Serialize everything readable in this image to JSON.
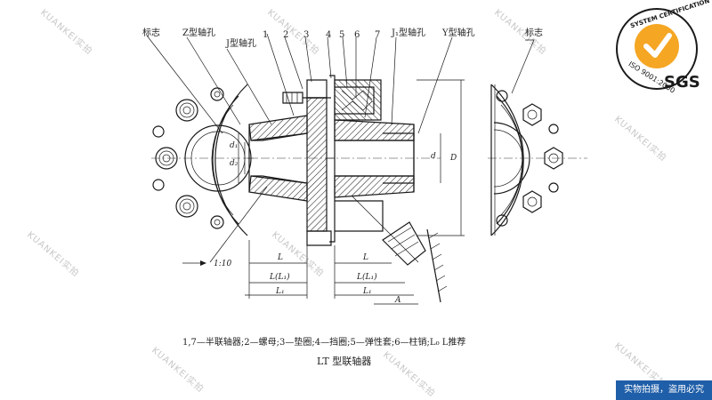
{
  "drawing": {
    "title": "LT 型联轴器",
    "legend": "1,7—半联轴器;2—螺母;3—垫圈;4—挡圈;5—弹性套;6—柱销;L₀ L推荐",
    "labels": {
      "mark_left": "标志",
      "mark_right": "标志",
      "z_hole": "Z型轴孔",
      "j_hole": "J型轴孔",
      "j1_hole": "J₁型轴孔",
      "y_hole": "Y型轴孔",
      "n1": "1",
      "n2": "2",
      "n3": "3",
      "n4": "4",
      "n5": "5",
      "n6": "6",
      "n7": "7",
      "taper": "1:10",
      "d1": "d₁",
      "dz": "d₂",
      "d": "d",
      "D": "D",
      "L_left": "L",
      "L_right": "L",
      "LL1_left": "L(L₁)",
      "LL1_right": "L(L₁)",
      "L1_left": "L₁",
      "L1_right": "L₁",
      "A": "A"
    }
  },
  "watermark": {
    "text": "KUANKEI实拍"
  },
  "certification": {
    "ring_top": "SYSTEM CERTIFICATION",
    "ring_bottom": "ISO 9001:2000",
    "brand": "SGS",
    "colors": {
      "accent": "#f5a623",
      "text": "#1a1a1a"
    }
  },
  "notice": {
    "text": "实物拍摄，盗用必究"
  }
}
